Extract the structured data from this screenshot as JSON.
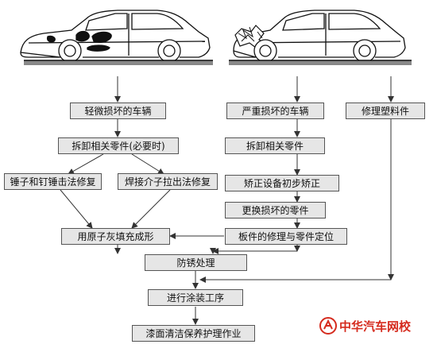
{
  "steps": {
    "minor_damage": "轻微损坏的车辆",
    "severe_damage": "严重损坏的车辆",
    "repair_plastic": "修理塑料件",
    "disassemble_optional": "拆卸相关零件(必要时)",
    "disassemble": "拆卸相关零件",
    "hammer_dolly": "锤子和钉锤击法修复",
    "weld_pull": "焊接介子拉出法修复",
    "frame_straighten": "矫正设备初步矫正",
    "replace_parts": "更换损坏的零件",
    "atomic_putty": "用原子灰填充成形",
    "panel_repair": "板件的修理与零件定位",
    "rust_proof": "防锈处理",
    "painting": "进行涂装工序",
    "cleaning": "漆面清洁保养护理作业"
  },
  "watermark": {
    "text": "中华汽车网校",
    "color": "#d52b1e"
  },
  "colors": {
    "box_fill": "#e6e6e6",
    "line": "#333333"
  }
}
